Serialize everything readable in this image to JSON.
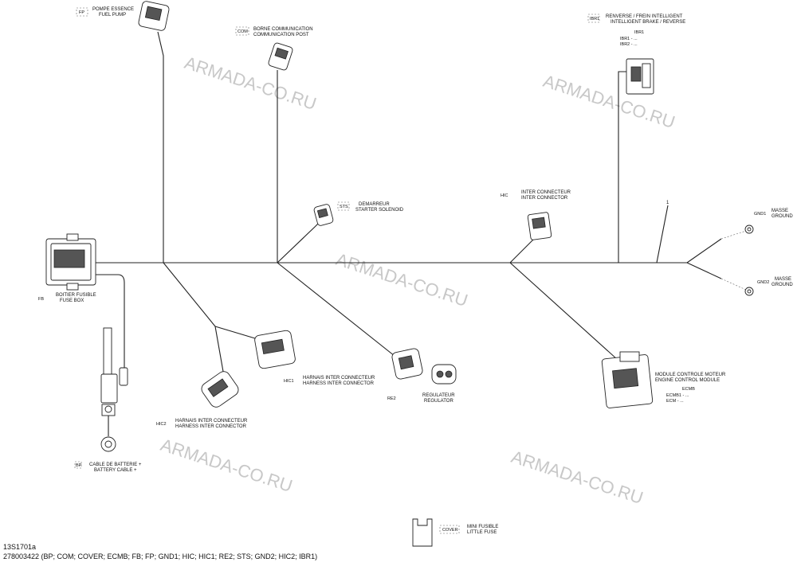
{
  "watermark": "ARMADA-CO.RU",
  "figure_id": "13S1701a",
  "part_line": "278003422 (BP; COM; COVER; ECMB; FB; FP; GND1; HIC; HIC1; RE2; STS; GND2; HIC2; IBR1)",
  "wire_callout": "1",
  "components": {
    "fp": {
      "code": "FP",
      "fr": "POMPE ESSENCE",
      "en": "FUEL PUMP"
    },
    "com": {
      "code": "COM",
      "fr": "BORNE COMMUNICATION",
      "en": "COMMUNICATION POST"
    },
    "ibr1": {
      "code": "IBR1",
      "fr": "RENVERSE / FREIN INTELLIGENT",
      "en": "INTELLIGENT BRAKE / REVERSE",
      "sub": "IBR1",
      "pins": [
        "IBR1 - ...",
        "IBR2 - ..."
      ]
    },
    "sts": {
      "code": "STS",
      "fr": "DEMARREUR",
      "en": "STARTER SOLENOID"
    },
    "hic": {
      "code": "HIC",
      "fr": "INTER CONNECTEUR",
      "en": "INTER CONNECTOR"
    },
    "gnd1": {
      "code": "GND1",
      "fr": "MASSE",
      "en": "GROUND"
    },
    "gnd2": {
      "code": "GND2",
      "fr": "MASSE",
      "en": "GROUND"
    },
    "fb": {
      "code": "FB",
      "fr": "BOITIER FUSIBLE",
      "en": "FUSE BOX"
    },
    "hic1": {
      "code": "HIC1",
      "fr": "HARNAIS INTER CONNECTEUR",
      "en": "HARNESS INTER CONNECTOR"
    },
    "hic2": {
      "code": "HIC2",
      "fr": "HARNAIS INTER CONNECTEUR",
      "en": "HARNESS INTER CONNECTOR"
    },
    "re2": {
      "code": "RE2",
      "fr": "REGULATEUR",
      "en": "REGULATOR"
    },
    "ecmb": {
      "code": "ECMB",
      "fr": "MODULE CONTROLE MOTEUR",
      "en": "ENGINE CONTROL MODULE",
      "sub": "ECMB",
      "pins": [
        "ECMB1 - ...",
        "ECM - ..."
      ]
    },
    "bp": {
      "code": "BP",
      "fr": "CABLE DE BATTERIE +",
      "en": "BATTERY CABLE +"
    },
    "cover": {
      "code": "COVER",
      "fr": "MINI FUSIBLE",
      "en": "LITTLE FUSE"
    }
  }
}
